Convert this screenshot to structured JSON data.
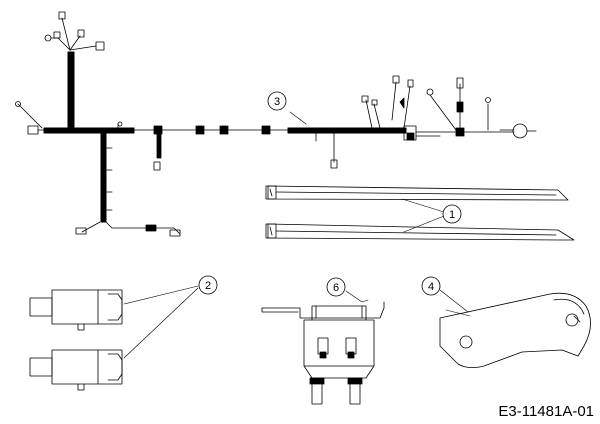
{
  "callouts": [
    {
      "id": "1",
      "label": "1"
    },
    {
      "id": "2",
      "label": "2"
    },
    {
      "id": "3",
      "label": "3"
    },
    {
      "id": "4",
      "label": "4"
    },
    {
      "id": "6",
      "label": "6"
    }
  ],
  "reference_code": "E3-11481A-01"
}
